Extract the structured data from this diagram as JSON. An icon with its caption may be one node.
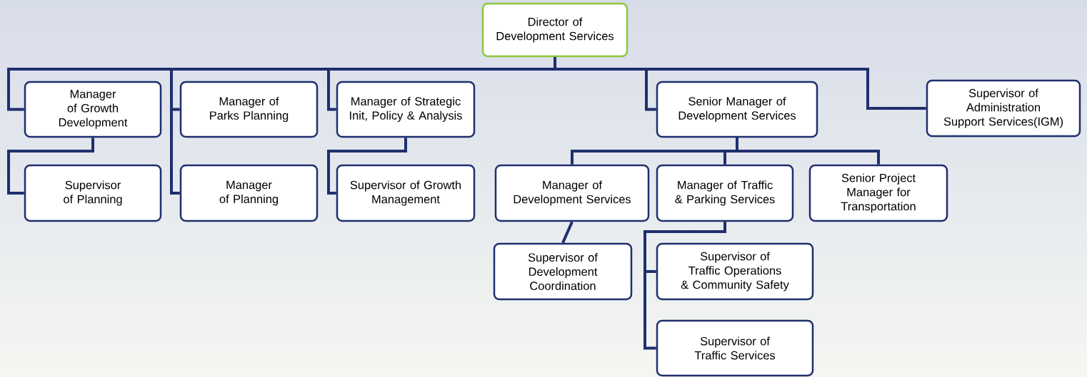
{
  "diagram": {
    "nodes": [
      {
        "text": [
          "Director of Development Services"
        ]
      },
      {
        "text": [
          "Manager of Growth Development"
        ]
      },
      {
        "text": [
          "Manager of Parks Planning"
        ]
      },
      {
        "text": [
          "Manager of Strategic Init, Policy & Analysis"
        ]
      },
      {
        "text": [
          "Senior Manager of Development Services"
        ]
      },
      {
        "text": [
          "Supervisor of Administration Support Services(IGM)"
        ]
      },
      {
        "text": [
          "Supervisor of Planning"
        ]
      },
      {
        "text": [
          "Manager of Planning"
        ]
      },
      {
        "text": [
          "Supervisor of Growth Management"
        ]
      },
      {
        "text": [
          "Manager of Development Services"
        ]
      },
      {
        "text": [
          "Manager of Traffic & Parking Services"
        ]
      },
      {
        "text": [
          "Senior Project Manager for Transportation"
        ]
      },
      {
        "text": [
          "Supervisor of Development Coordination"
        ]
      },
      {
        "text": [
          "Supervisor of Traffic Operations & Community Safety"
        ]
      },
      {
        "text": [
          "Supervisor of Traffic Services"
        ]
      }
    ],
    "edges": [
      {
        "from": 0,
        "to": 1,
        "arrow": "none"
      },
      {
        "from": 0,
        "to": 2,
        "arrow": "none"
      },
      {
        "from": 0,
        "to": 7,
        "arrow": "none"
      },
      {
        "from": 0,
        "to": 3,
        "arrow": "none"
      },
      {
        "from": 0,
        "to": 4,
        "arrow": "none"
      },
      {
        "from": 0,
        "to": 5,
        "arrow": "none"
      },
      {
        "from": 1,
        "to": 6,
        "arrow": "none"
      },
      {
        "from": 3,
        "to": 8,
        "arrow": "none"
      },
      {
        "from": 4,
        "to": 9,
        "arrow": "none"
      },
      {
        "from": 4,
        "to": 10,
        "arrow": "none"
      },
      {
        "from": 4,
        "to": 11,
        "arrow": "none"
      },
      {
        "from": 9,
        "to": 12,
        "arrow": "none"
      },
      {
        "from": 10,
        "to": 13,
        "arrow": "none"
      },
      {
        "from": 10,
        "to": 14,
        "arrow": "none"
      }
    ]
  }
}
